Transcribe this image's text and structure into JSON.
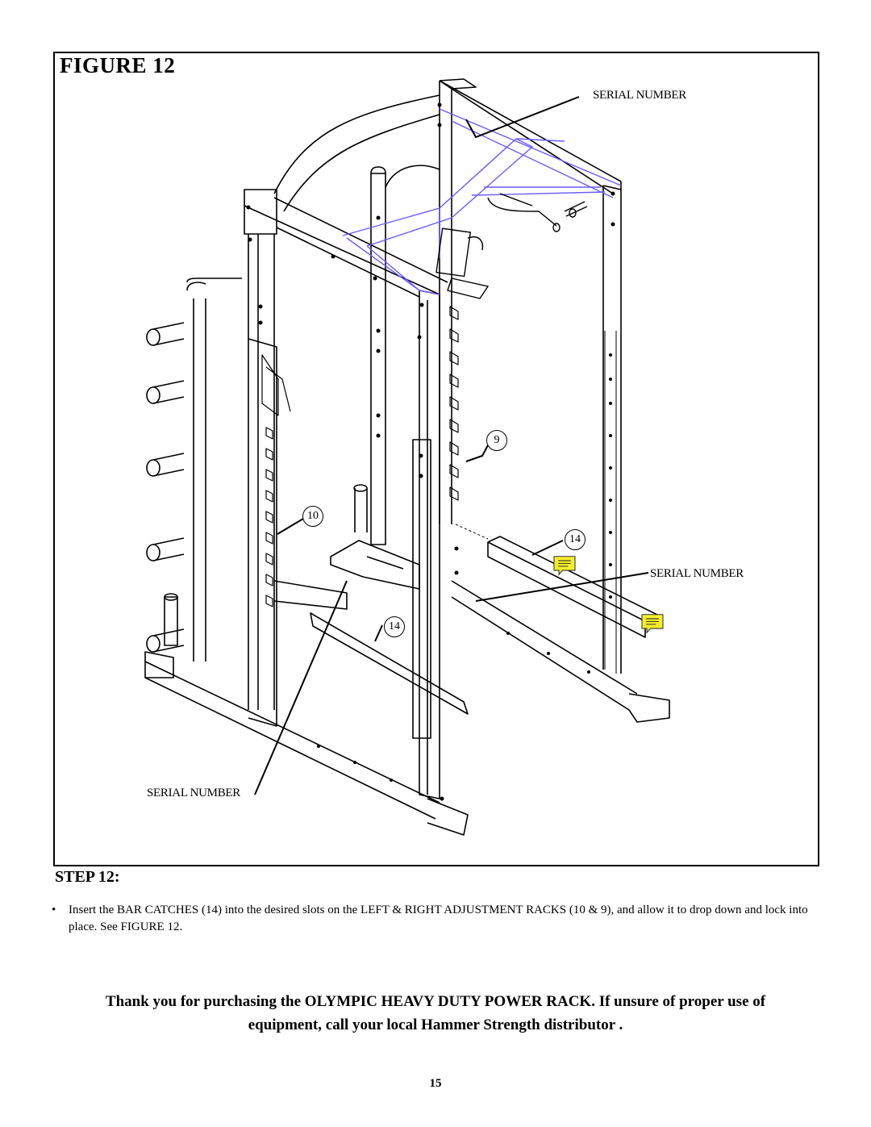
{
  "figure": {
    "title": "FIGURE 12",
    "labels": {
      "serial_number_top": "SERIAL NUMBER",
      "serial_number_right": "SERIAL NUMBER",
      "serial_number_bottom": "SERIAL NUMBER"
    },
    "part_numbers": {
      "right_rack": "9",
      "left_rack": "10",
      "bar_catch_right": "14",
      "bar_catch_left": "14"
    },
    "colors": {
      "line_art": "#000000",
      "highlight_lines": "#6a5cff",
      "note_icon": "#f5ef2a"
    },
    "icons": [
      "note-icon",
      "note-icon"
    ]
  },
  "step": {
    "heading": "STEP 12:",
    "instructions": [
      "Insert the BAR CATCHES (14) into the desired slots on the LEFT & RIGHT ADJUSTMENT RACKS (10 & 9), and allow it to drop down and lock into place.  See FIGURE 12."
    ]
  },
  "closing": {
    "line1": "Thank you for purchasing the OLYMPIC HEAVY DUTY POWER RACK. If unsure of proper use of",
    "line2": "equipment, call your local Hammer Strength distributor ."
  },
  "page_number": "15"
}
